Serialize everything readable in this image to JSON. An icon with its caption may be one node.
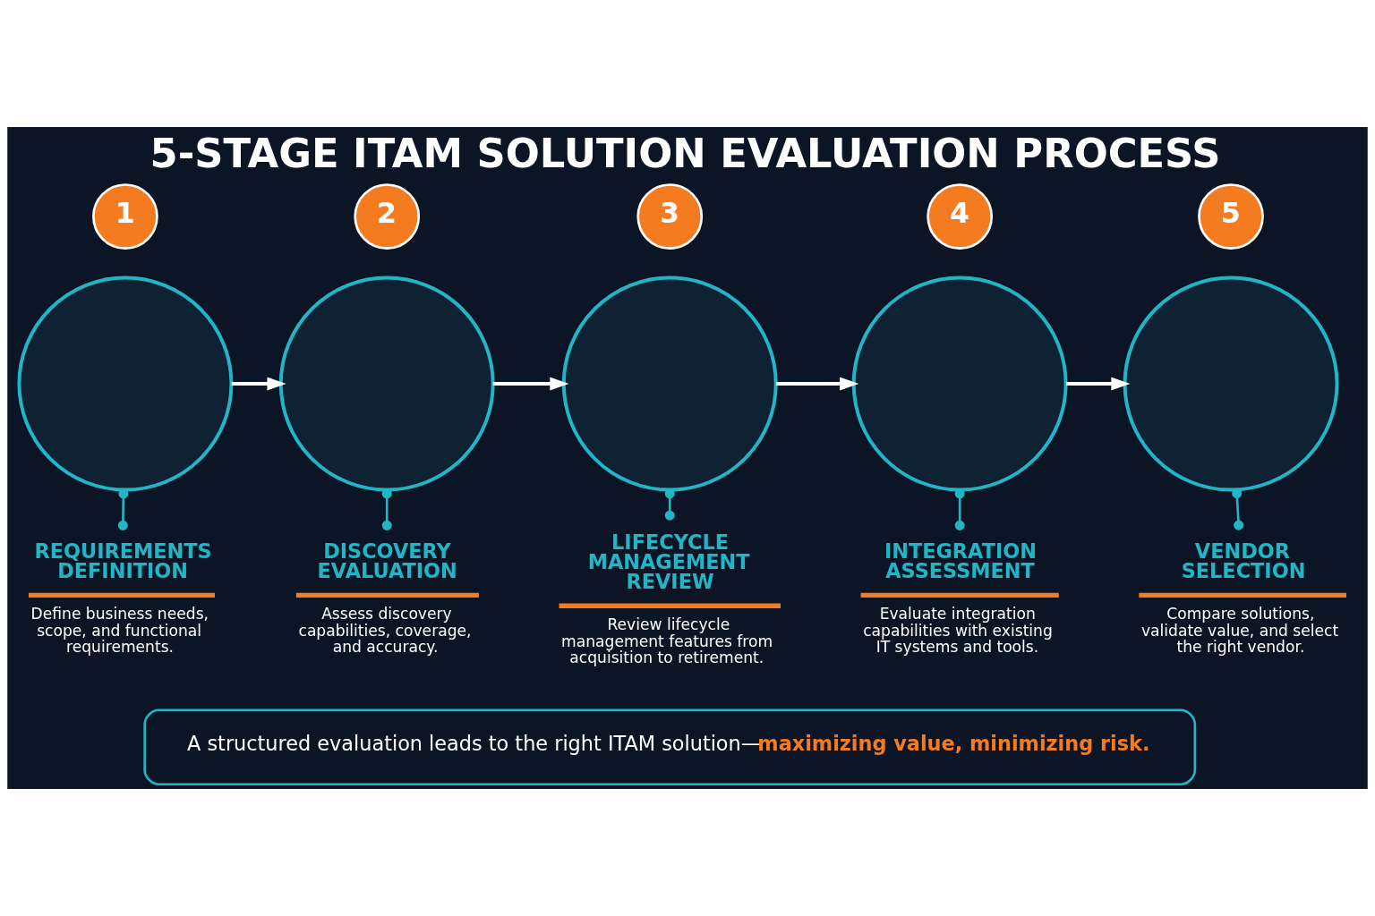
{
  "diagram": {
    "title": "5-STAGE ITAM SOLUTION EVALUATION PROCESS",
    "nodes": [
      {
        "text": [
          "1"
        ]
      },
      {
        "text": [
          "2"
        ]
      },
      {
        "text": [
          "3"
        ]
      },
      {
        "text": [
          "4"
        ]
      },
      {
        "text": [
          "5"
        ]
      },
      {
        "text": [],
        "shape": "circle"
      },
      {
        "text": [],
        "shape": "circle"
      },
      {
        "text": [],
        "shape": "circle"
      },
      {
        "text": [],
        "shape": "circle"
      },
      {
        "text": [],
        "shape": "circle"
      },
      {
        "text": [
          "REQUIREMENTS DEFINITION",
          "Define business needs, scope, and functional requirements."
        ]
      },
      {
        "text": [
          "DISCOVERY EVALUATION",
          "Assess discovery capabilities, coverage, and accuracy."
        ]
      },
      {
        "text": [
          "LIFECYCLE MANAGEMENT REVIEW",
          "Review lifecycle management features from acquisition to retirement."
        ]
      },
      {
        "text": [
          "INTEGRATION ASSESSMENT",
          "Evaluate integration capabilities with existing IT systems and tools."
        ]
      },
      {
        "text": [
          "VENDOR SELECTION",
          "Compare solutions, validate value, and select the right vendor."
        ]
      },
      {
        "text": [
          "A structured evaluation leads to the right ITAM solution—",
          "maximizing value, minimizing risk."
        ]
      }
    ],
    "edges": [
      {
        "from": 5,
        "to": 6,
        "arrow": "to",
        "color": "#ffffff"
      },
      {
        "from": 6,
        "to": 7,
        "arrow": "to",
        "color": "#ffffff"
      },
      {
        "from": 7,
        "to": 8,
        "arrow": "to",
        "color": "#ffffff"
      },
      {
        "from": 8,
        "to": 9,
        "arrow": "to",
        "color": "#ffffff"
      },
      {
        "from": 5,
        "to": 10,
        "arrow": "other"
      },
      {
        "from": 6,
        "to": 11,
        "arrow": "other"
      },
      {
        "from": 7,
        "to": 12,
        "arrow": "other"
      },
      {
        "from": 8,
        "to": 13,
        "arrow": "other"
      },
      {
        "from": 9,
        "to": 14,
        "arrow": "other"
      }
    ]
  }
}
